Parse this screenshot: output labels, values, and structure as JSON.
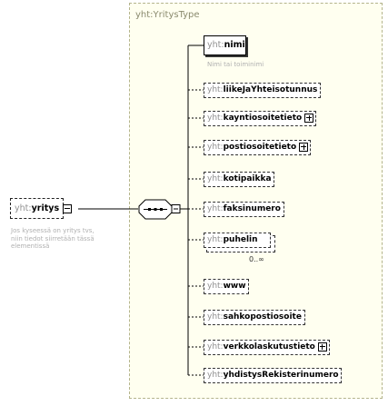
{
  "type_box": {
    "label": "yht:YritysType"
  },
  "root": {
    "prefix": "yht:",
    "name": "yritys",
    "note_lines": [
      "Jos kyseessä on yritys tvs,",
      "niin tiedot siirretään tässä",
      "elementissä"
    ]
  },
  "sequence": {
    "icon": "sequence-compositor-icon"
  },
  "children": [
    {
      "prefix": "yht:",
      "name": "nimi",
      "required": true,
      "expandable": false,
      "note": "Nimi tai toiminimi"
    },
    {
      "prefix": "yht:",
      "name": "liikeJaYhteisotunnus",
      "required": false,
      "expandable": false
    },
    {
      "prefix": "yht:",
      "name": "kayntiosoitetieto",
      "required": false,
      "expandable": true
    },
    {
      "prefix": "yht:",
      "name": "postiosoitetieto",
      "required": false,
      "expandable": true
    },
    {
      "prefix": "yht:",
      "name": "kotipaikka",
      "required": false,
      "expandable": false
    },
    {
      "prefix": "yht:",
      "name": "faksinumero",
      "required": false,
      "expandable": false
    },
    {
      "prefix": "yht:",
      "name": "puhelin",
      "required": false,
      "expandable": false,
      "repeatable": true,
      "occurrence": "0..∞"
    },
    {
      "prefix": "yht:",
      "name": "www",
      "required": false,
      "expandable": false
    },
    {
      "prefix": "yht:",
      "name": "sahkopostiosoite",
      "required": false,
      "expandable": false
    },
    {
      "prefix": "yht:",
      "name": "verkkolaskutustieto",
      "required": false,
      "expandable": true
    },
    {
      "prefix": "yht:",
      "name": "yhdistysRekisterinumero",
      "required": false,
      "expandable": false
    }
  ]
}
